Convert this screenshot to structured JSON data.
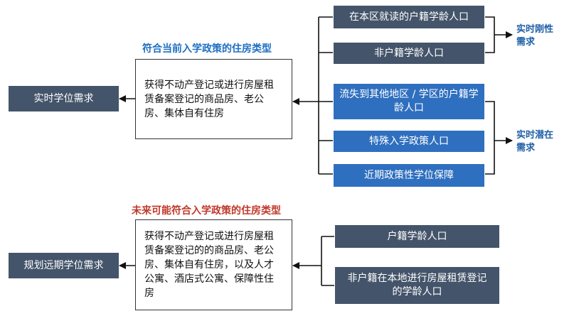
{
  "colors": {
    "dark_box": "#44546a",
    "blue_box": "#2f6fbf",
    "heading_blue": "#1f6fc2",
    "heading_red": "#c0392b",
    "side_label": "#1f5fa6"
  },
  "top": {
    "heading": "符合当前入学政策的住房类型",
    "left_box": "实时学位需求",
    "center_box": "获得不动产登记或进行房屋租赁备案登记的商品房、老公房、集体自有住房",
    "right_boxes": [
      "在本区就读的户籍学龄人口",
      "非户籍学龄人口",
      "流失到其他地区 / 学区的户籍学龄人口",
      "特殊入学政策人口",
      "近期政策性学位保障"
    ],
    "label_rigid": "实时刚性需求",
    "label_potential": "实时潜在需求"
  },
  "bottom": {
    "heading": "未来可能符合入学政策的住房类型",
    "left_box": "规划远期学位需求",
    "center_box": "获得不动产登记或进行房屋租赁备案登记的的商品房、老公房、集体自有住房，以及人才公寓、酒店式公寓、保障性住房",
    "right_boxes": [
      "户籍学龄人口",
      "非户籍在本地进行房屋租赁登记的学龄人口"
    ]
  }
}
